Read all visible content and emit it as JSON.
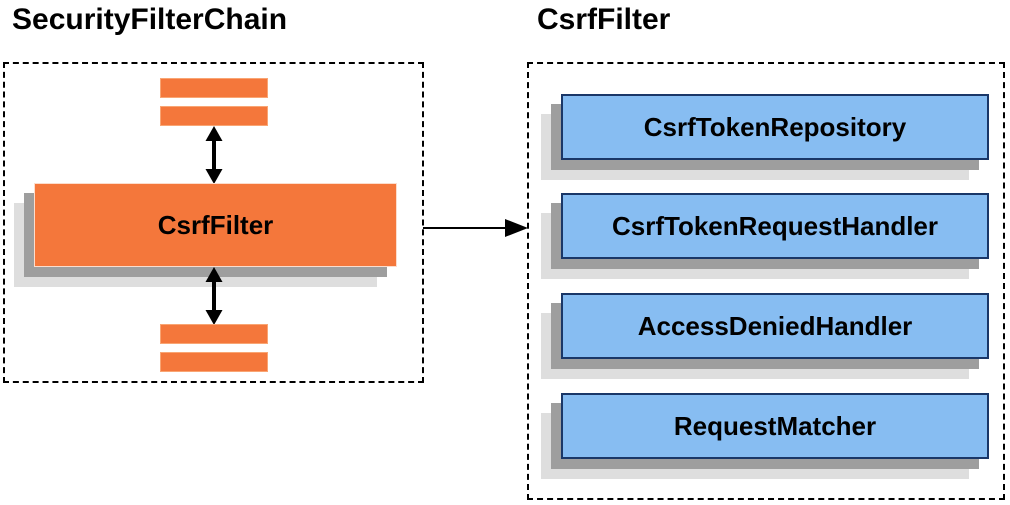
{
  "left_panel": {
    "title": "SecurityFilterChain",
    "filter_box_label": "CsrfFilter",
    "top_placeholder_bars": 2,
    "bottom_placeholder_bars": 2
  },
  "right_panel": {
    "title": "CsrfFilter",
    "components": [
      {
        "label": "CsrfTokenRepository"
      },
      {
        "label": "CsrfTokenRequestHandler"
      },
      {
        "label": "AccessDeniedHandler"
      },
      {
        "label": "RequestMatcher"
      }
    ]
  },
  "connector": {
    "direction": "right"
  },
  "colors": {
    "orange": "#F4773B",
    "orange_border": "#F9A573",
    "blue": "#87BDF2",
    "blue_border": "#1A3768",
    "shadow_dark": "#9E9E9E",
    "shadow_light": "#DEDEDE",
    "dashed_border": "#000000",
    "arrow": "#000000",
    "text": "#000000"
  }
}
